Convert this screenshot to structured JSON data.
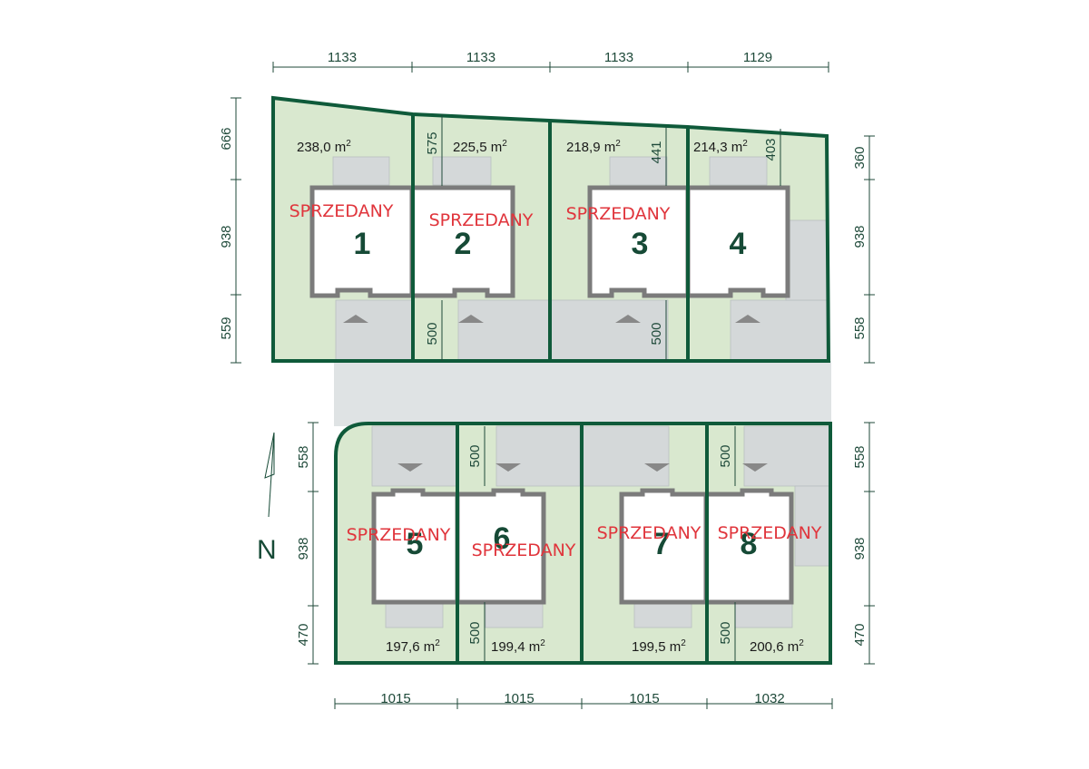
{
  "top_widths": [
    "1133",
    "1133",
    "1133",
    "1129"
  ],
  "bottom_widths": [
    "1015",
    "1015",
    "1015",
    "1032"
  ],
  "left_top_heights": [
    "666",
    "938",
    "559"
  ],
  "right_top_heights": [
    "360",
    "938",
    "558"
  ],
  "left_bottom_heights": [
    "558",
    "938",
    "470"
  ],
  "right_bottom_heights": [
    "558",
    "938",
    "470"
  ],
  "setbacks": [
    "575",
    "441",
    "403",
    "500",
    "500",
    "500",
    "500",
    "500",
    "500"
  ],
  "north_label": "N",
  "sold_label": "SPRZEDANY",
  "area_unit": "m",
  "area_unit_exp": "2",
  "plots": [
    {
      "number": "1",
      "area": "238,0",
      "status": "SPRZEDANY"
    },
    {
      "number": "2",
      "area": "225,5",
      "status": "SPRZEDANY"
    },
    {
      "number": "3",
      "area": "218,9",
      "status": "SPRZEDANY"
    },
    {
      "number": "4",
      "area": "214,3",
      "status": ""
    },
    {
      "number": "5",
      "area": "197,6",
      "status": "SPRZEDANY"
    },
    {
      "number": "6",
      "area": "199,4",
      "status": "SPRZEDANY"
    },
    {
      "number": "7",
      "area": "199,5",
      "status": "SPRZEDANY"
    },
    {
      "number": "8",
      "area": "200,6",
      "status": "SPRZEDANY"
    }
  ],
  "colors": {
    "lot_fill": "#d9e8cf",
    "lot_border": "#0f5a3a",
    "paving": "#d4d8d9",
    "road": "#dfe3e4",
    "house_wall": "#7b7b7b",
    "dimension_line": "#1f4a3a",
    "sold_text": "#e0353c"
  }
}
